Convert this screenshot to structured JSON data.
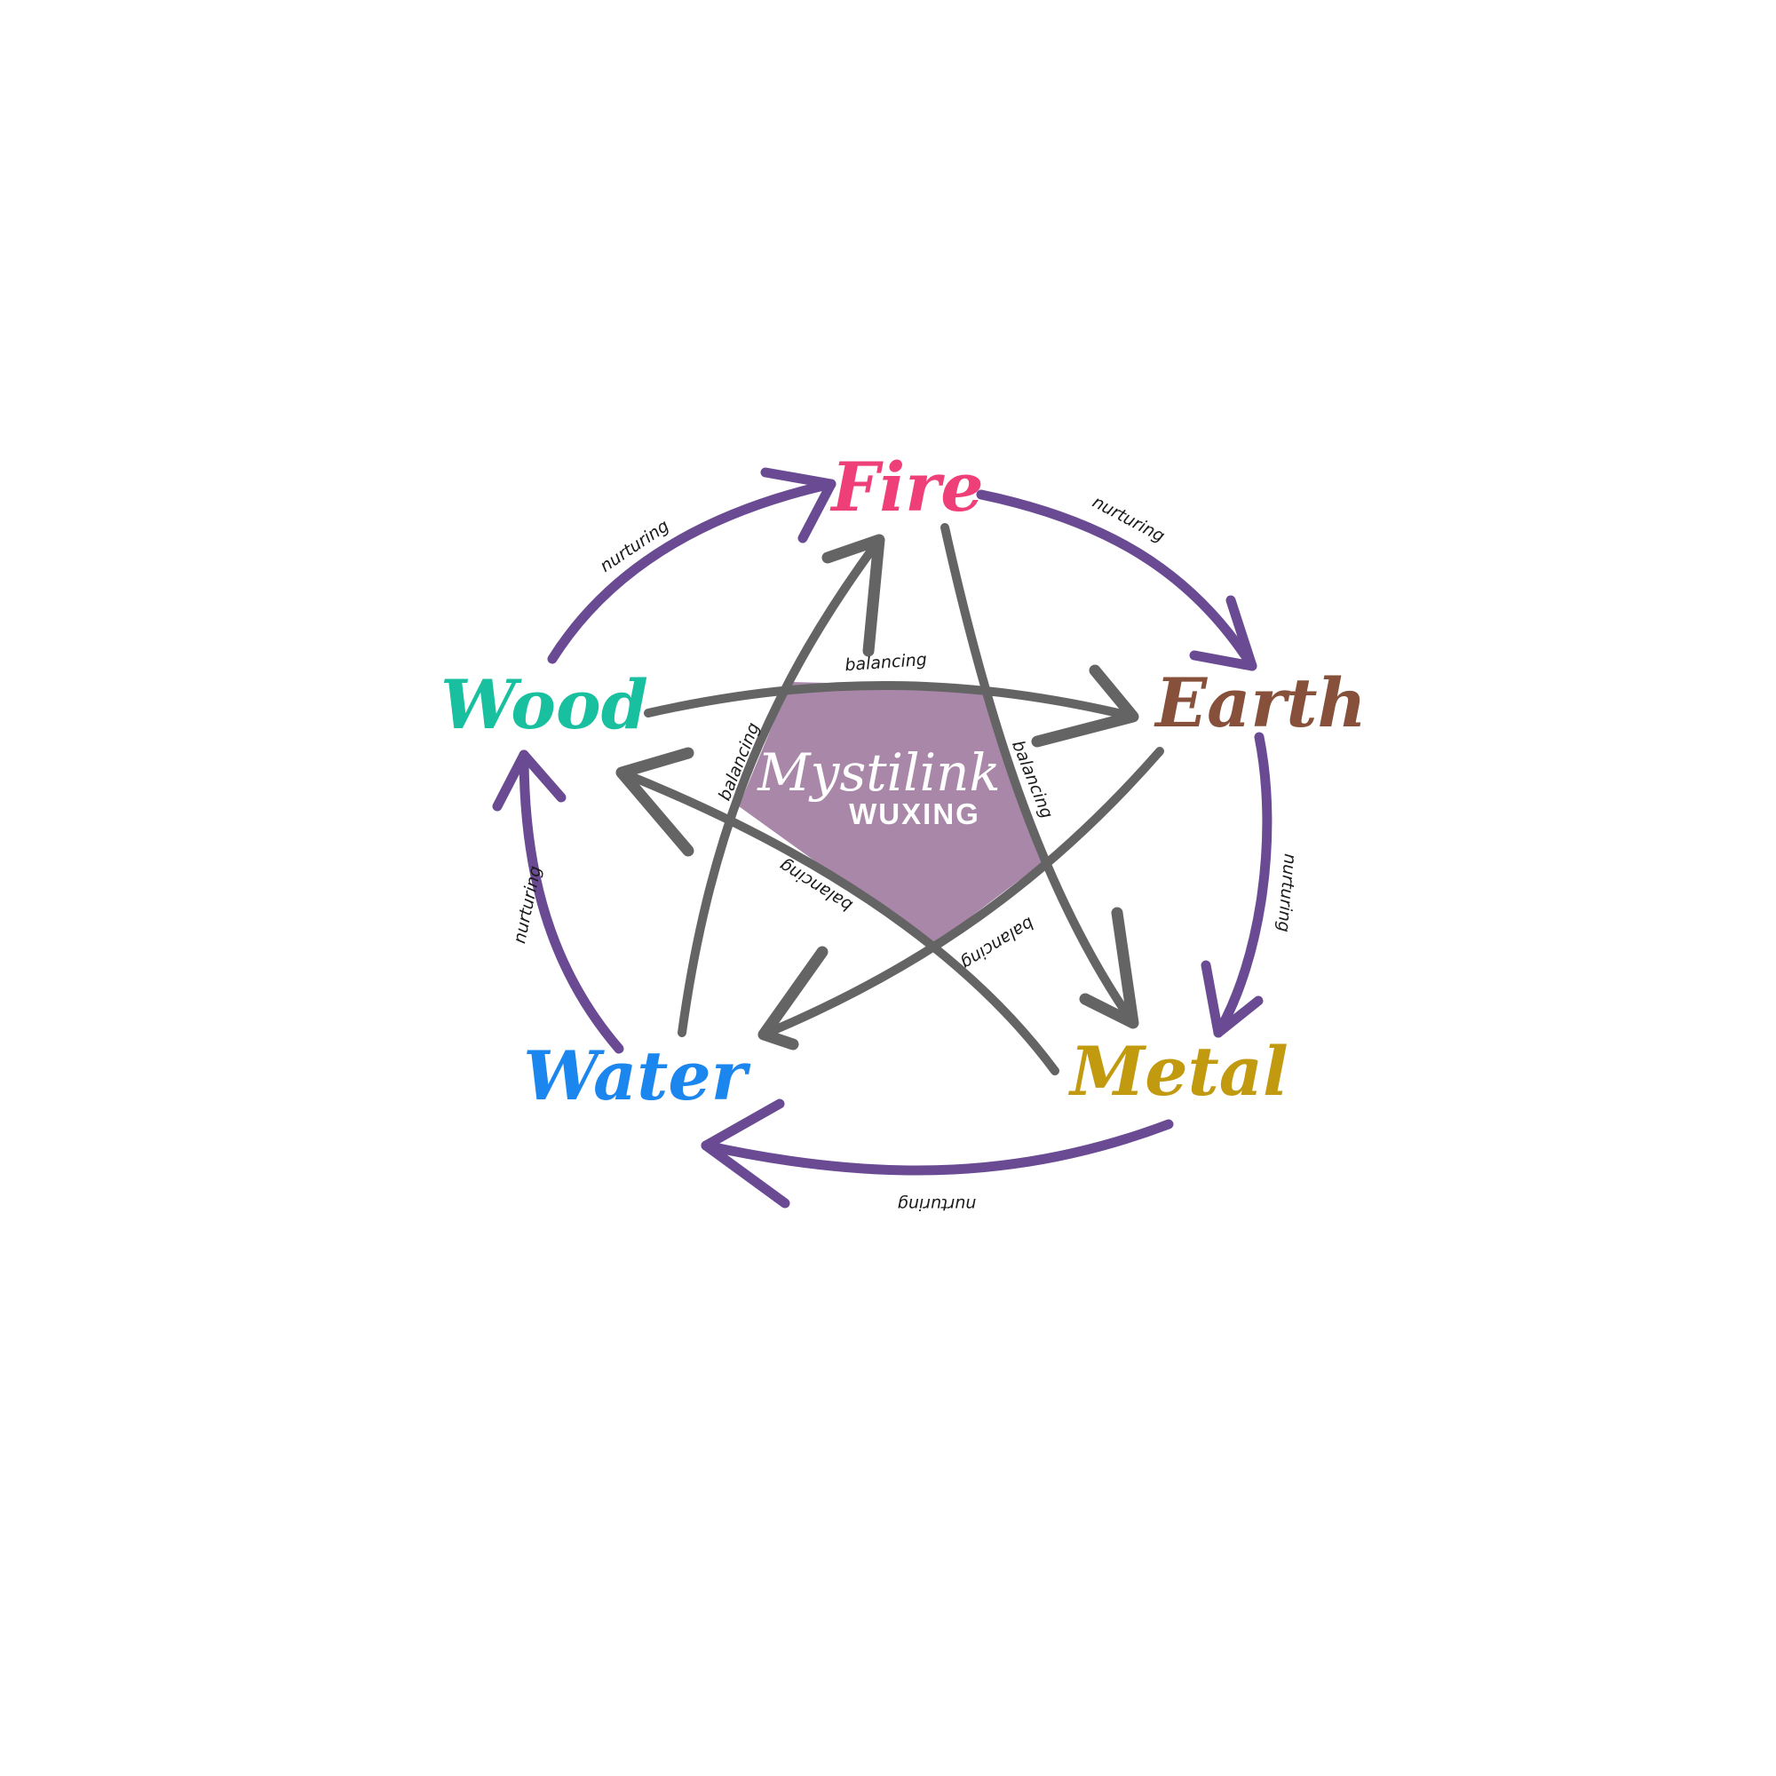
{
  "center": {
    "title": "Mystilink",
    "subtitle": "WUXING",
    "fill": "#a987a8"
  },
  "colors": {
    "nurturing": "#6a4b93",
    "balancing": "#646464"
  },
  "elements": [
    {
      "id": "fire",
      "label": "Fire",
      "color": "#ef3f78"
    },
    {
      "id": "earth",
      "label": "Earth",
      "color": "#86503a"
    },
    {
      "id": "metal",
      "label": "Metal",
      "color": "#c29a10"
    },
    {
      "id": "water",
      "label": "Water",
      "color": "#1b86ee"
    },
    {
      "id": "wood",
      "label": "Wood",
      "color": "#19c0a0"
    }
  ],
  "nurturing": [
    {
      "from": "Wood",
      "to": "Fire",
      "label": "nurturing"
    },
    {
      "from": "Fire",
      "to": "Earth",
      "label": "nurturing"
    },
    {
      "from": "Earth",
      "to": "Metal",
      "label": "nurturing"
    },
    {
      "from": "Metal",
      "to": "Water",
      "label": "nurturing"
    },
    {
      "from": "Water",
      "to": "Wood",
      "label": "nurturing"
    }
  ],
  "balancing": [
    {
      "from": "Water",
      "to": "Fire",
      "label": "balancing"
    },
    {
      "from": "Fire",
      "to": "Metal",
      "label": "balancing"
    },
    {
      "from": "Metal",
      "to": "Wood",
      "label": "balancing"
    },
    {
      "from": "Wood",
      "to": "Earth",
      "label": "balancing"
    },
    {
      "from": "Earth",
      "to": "Water",
      "label": "balancing"
    }
  ]
}
